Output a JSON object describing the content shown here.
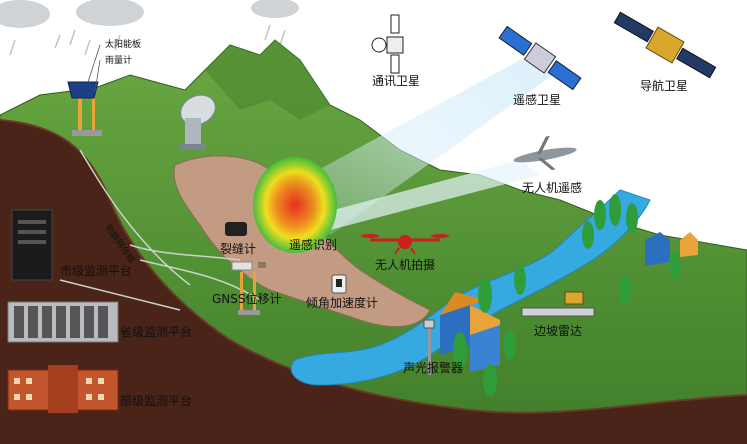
{
  "labels": {
    "solar_panel": "太阳能板",
    "rain_gauge": "雨量计",
    "comm_satellite": "通讯卫星",
    "remote_satellite": "遥感卫星",
    "nav_satellite": "导航卫星",
    "uav_remote": "无人机遥感",
    "iot_transmission": "物联网传输",
    "crack_meter": "裂缝计",
    "remote_recognition": "遥感识别",
    "uav_photo": "无人机拍摄",
    "gnss": "GNSS位移计",
    "tilt_accel": "倾角加速度计",
    "city_platform": "市级监测平台",
    "province_platform": "省级监测平台",
    "ministry_platform": "部级监测平台",
    "slope_radar": "边坡雷达",
    "alarm": "声光报警器"
  },
  "colors": {
    "mountain": "#5e9a3c",
    "ground": "#4a2418",
    "river": "#36a9e0",
    "landslide": "#c39a82"
  }
}
